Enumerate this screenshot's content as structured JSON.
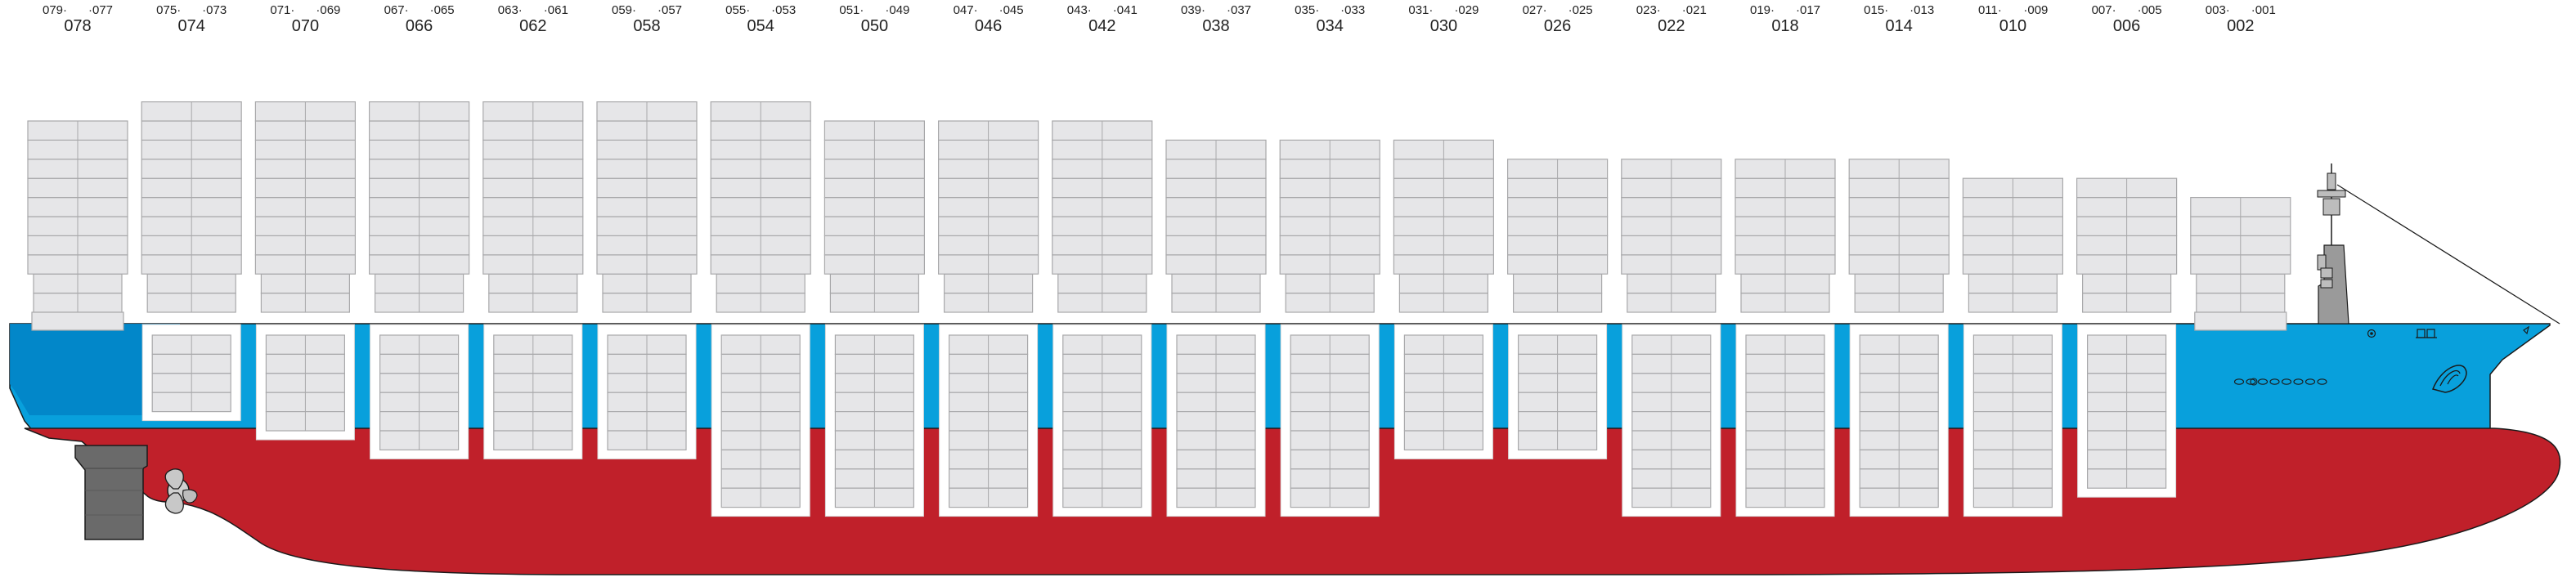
{
  "colors": {
    "hull_red": "#c0202a",
    "hull_blue": "#08a0dc",
    "hull_blue_dark": "#0284c6",
    "container_fill": "#e6e6e8",
    "container_stroke": "#a8a8aa",
    "hold_frame": "#ffffff",
    "outline": "#1a1a1a",
    "rudder": "#6a6a6a",
    "superstructure": "#9a9a9a"
  },
  "bays": [
    {
      "label": "078",
      "sub_a": "079·",
      "sub_b": "·077",
      "above_tiers": 10,
      "hold_tiers": 0
    },
    {
      "label": "074",
      "sub_a": "075·",
      "sub_b": "·073",
      "above_tiers": 11,
      "hold_tiers": 4
    },
    {
      "label": "070",
      "sub_a": "071·",
      "sub_b": "·069",
      "above_tiers": 11,
      "hold_tiers": 5
    },
    {
      "label": "066",
      "sub_a": "067·",
      "sub_b": "·065",
      "above_tiers": 11,
      "hold_tiers": 6
    },
    {
      "label": "062",
      "sub_a": "063·",
      "sub_b": "·061",
      "above_tiers": 11,
      "hold_tiers": 6
    },
    {
      "label": "058",
      "sub_a": "059·",
      "sub_b": "·057",
      "above_tiers": 11,
      "hold_tiers": 6
    },
    {
      "label": "054",
      "sub_a": "055·",
      "sub_b": "·053",
      "above_tiers": 11,
      "hold_tiers": 9
    },
    {
      "label": "050",
      "sub_a": "051·",
      "sub_b": "·049",
      "above_tiers": 10,
      "hold_tiers": 9
    },
    {
      "label": "046",
      "sub_a": "047·",
      "sub_b": "·045",
      "above_tiers": 10,
      "hold_tiers": 9
    },
    {
      "label": "042",
      "sub_a": "043·",
      "sub_b": "·041",
      "above_tiers": 10,
      "hold_tiers": 9
    },
    {
      "label": "038",
      "sub_a": "039·",
      "sub_b": "·037",
      "above_tiers": 9,
      "hold_tiers": 9
    },
    {
      "label": "034",
      "sub_a": "035·",
      "sub_b": "·033",
      "above_tiers": 9,
      "hold_tiers": 9
    },
    {
      "label": "030",
      "sub_a": "031·",
      "sub_b": "·029",
      "above_tiers": 9,
      "hold_tiers": 6
    },
    {
      "label": "026",
      "sub_a": "027·",
      "sub_b": "·025",
      "above_tiers": 8,
      "hold_tiers": 6
    },
    {
      "label": "022",
      "sub_a": "023·",
      "sub_b": "·021",
      "above_tiers": 8,
      "hold_tiers": 9
    },
    {
      "label": "018",
      "sub_a": "019·",
      "sub_b": "·017",
      "above_tiers": 8,
      "hold_tiers": 9
    },
    {
      "label": "014",
      "sub_a": "015·",
      "sub_b": "·013",
      "above_tiers": 8,
      "hold_tiers": 9
    },
    {
      "label": "010",
      "sub_a": "011·",
      "sub_b": "·009",
      "above_tiers": 7,
      "hold_tiers": 9
    },
    {
      "label": "006",
      "sub_a": "007·",
      "sub_b": "·005",
      "above_tiers": 7,
      "hold_tiers": 8
    },
    {
      "label": "002",
      "sub_a": "003·",
      "sub_b": "·001",
      "above_tiers": 6,
      "hold_tiers": 0
    }
  ]
}
